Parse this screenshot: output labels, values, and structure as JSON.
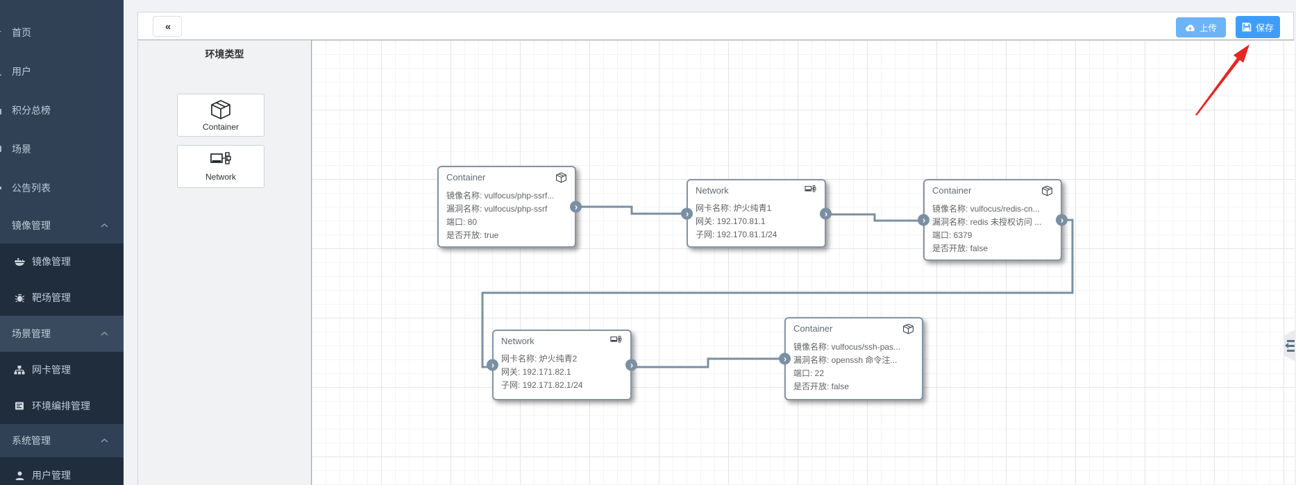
{
  "sidebar": {
    "items": [
      {
        "label": "首页",
        "kind": "top",
        "icon": "home-icon"
      },
      {
        "label": "用户",
        "kind": "top",
        "icon": "user-icon"
      },
      {
        "label": "积分总榜",
        "kind": "top",
        "icon": "rank-icon"
      },
      {
        "label": "场景",
        "kind": "top",
        "icon": "scene-icon"
      },
      {
        "label": "公告列表",
        "kind": "top",
        "icon": "announcement-icon"
      },
      {
        "label": "镜像管理",
        "kind": "group",
        "state": "expanded"
      },
      {
        "label": "镜像管理",
        "kind": "sub",
        "icon": "docker-icon"
      },
      {
        "label": "靶场管理",
        "kind": "sub",
        "icon": "bug-icon"
      },
      {
        "label": "场景管理",
        "kind": "group",
        "state": "expanded",
        "active": true
      },
      {
        "label": "网卡管理",
        "kind": "sub",
        "icon": "sitemap-icon"
      },
      {
        "label": "环境编排管理",
        "kind": "sub",
        "icon": "document-icon"
      },
      {
        "label": "系统管理",
        "kind": "group",
        "state": "expanded"
      },
      {
        "label": "用户管理",
        "kind": "sub",
        "icon": "person-icon"
      }
    ]
  },
  "toolbar": {
    "collapse_label": "«",
    "upload_label": "上传",
    "save_label": "保存"
  },
  "palette": {
    "title": "环境类型",
    "items": [
      {
        "label": "Container",
        "icon": "package-icon"
      },
      {
        "label": "Network",
        "icon": "network-icon"
      }
    ]
  },
  "nodes": [
    {
      "type": "container",
      "title": "Container",
      "lines": [
        "镜像名称: vulfocus/php-ssrf...",
        "漏洞名称: vulfocus/php-ssrf",
        "端口: 80",
        "是否开放: true"
      ]
    },
    {
      "type": "network",
      "title": "Network",
      "lines": [
        "网卡名称: 炉火纯青1",
        "网关: 192.170.81.1",
        "子网: 192.170.81.1/24"
      ]
    },
    {
      "type": "container",
      "title": "Container",
      "lines": [
        "镜像名称: vulfocus/redis-cn...",
        "漏洞名称: redis 未授权访问 ...",
        "端口: 6379",
        "是否开放: false"
      ]
    },
    {
      "type": "network",
      "title": "Network",
      "lines": [
        "网卡名称: 炉火纯青2",
        "网关: 192.171.82.1",
        "子网: 192.171.82.1/24"
      ]
    },
    {
      "type": "container",
      "title": "Container",
      "lines": [
        "镜像名称: vulfocus/ssh-pas...",
        "漏洞名称: openssh 命令注...",
        "端口: 22",
        "是否开放: false"
      ]
    }
  ],
  "colors": {
    "accent": "#3f9dfa",
    "upload_button": "#6db3f7",
    "sidebar_bg": "#304156",
    "submenu_bg": "#1f2d3d",
    "node_border": "#8494a6",
    "wire": "#7b8fa3",
    "arrow_red": "#e8261f"
  }
}
